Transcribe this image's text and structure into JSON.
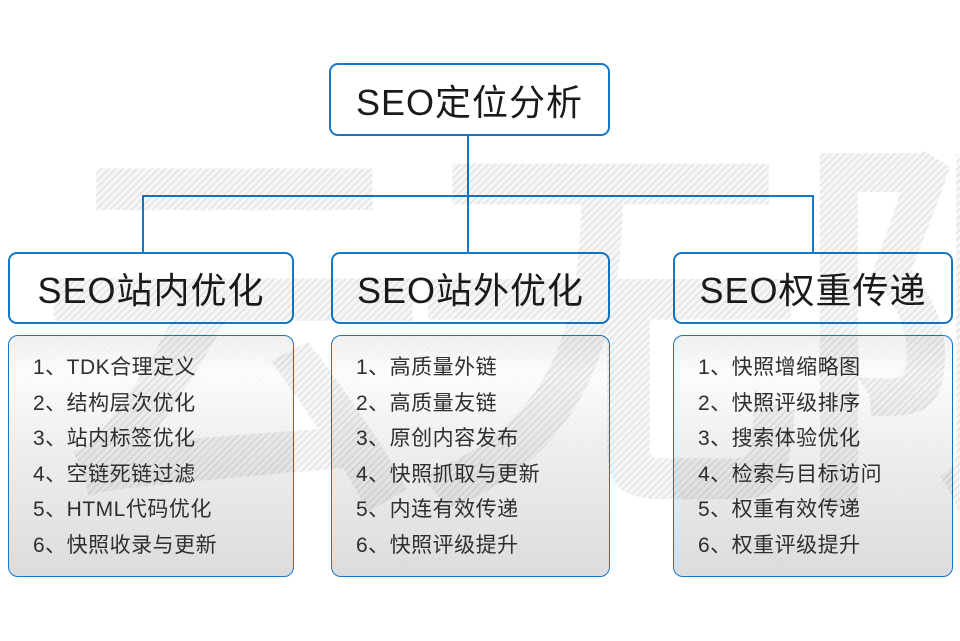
{
  "watermark": {
    "text": "云无限"
  },
  "colors": {
    "accent": "#1478cb",
    "panel_gray": "#dddddd",
    "text": "#1a1a1a"
  },
  "root": {
    "label": "SEO定位分析"
  },
  "branches": [
    {
      "label": "SEO站内优化",
      "items": [
        "1、TDK合理定义",
        "2、结构层次优化",
        "3、站内标签优化",
        "4、空链死链过滤",
        "5、HTML代码优化",
        "6、快照收录与更新"
      ]
    },
    {
      "label": "SEO站外优化",
      "items": [
        "1、高质量外链",
        "2、高质量友链",
        "3、原创内容发布",
        "4、快照抓取与更新",
        "5、内连有效传递",
        "6、快照评级提升"
      ]
    },
    {
      "label": "SEO权重传递",
      "items": [
        "1、快照增缩略图",
        "2、快照评级排序",
        "3、搜索体验优化",
        "4、检索与目标访问",
        "5、权重有效传递",
        "6、权重评级提升"
      ]
    }
  ]
}
